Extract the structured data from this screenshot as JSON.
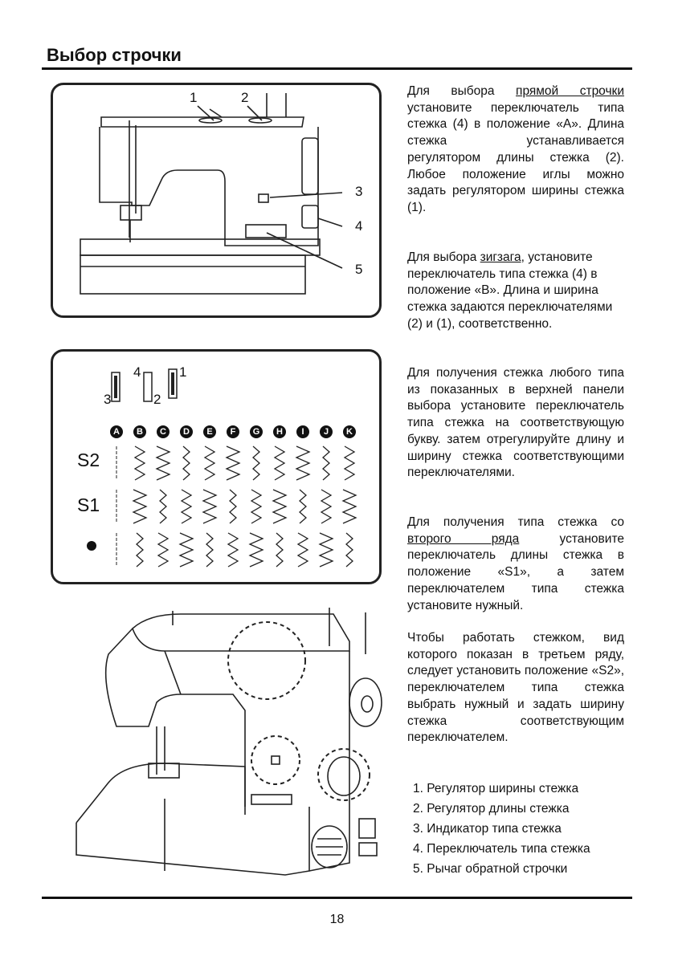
{
  "page": {
    "title": "Выбор строчки",
    "page_number": "18"
  },
  "figure1": {
    "callouts": [
      "1",
      "2",
      "3",
      "4",
      "5"
    ]
  },
  "figure2": {
    "icon_labels": [
      "3",
      "4",
      "2",
      "1"
    ],
    "letters": [
      "A",
      "B",
      "C",
      "D",
      "E",
      "F",
      "G",
      "H",
      "I",
      "J",
      "K"
    ],
    "rows": [
      "S2",
      "S1"
    ]
  },
  "text": {
    "p1": {
      "before": "Для выбора ",
      "link": "прямой строчки",
      "after": " установите переключатель типа стежка (4) в положение «А». Длина стежка устанавливается регулятором длины стежка (2). Любое положение иглы можно задать регулятором ширины стежка (1)."
    },
    "p2": {
      "before": "Для выбора ",
      "link": "зигзага",
      "after": ", установите переключатель типа стежка (4) в положение «В». Длина и ширина стежка задаются переключателями (2) и (1), соответственно."
    },
    "p3": "Для получения стежка любого типа из показанных в верхней панели выбора установите переключатель типа стежка на соответствующую букву. затем отрегулируйте длину и ширину стежка соответствующими переключателями.",
    "p4": {
      "before": "Для получения типа стежка со ",
      "link": "второго ряда",
      "after": " установите переключатель длины стежка в положение «S1», а затем переключателем типа стежка установите нужный."
    },
    "p5": "Чтобы работать стежком, вид которого показан в третьем ряду, следует установить положение «S2», переключателем типа стежка выбрать нужный и задать ширину стежка соответствующим переключателем."
  },
  "legend": [
    "1. Регулятор ширины стежка",
    "2. Регулятор длины стежка",
    "3. Индикатор типа стежка",
    "4. Переключатель типа стежка",
    "5. Рычаг обратной строчки"
  ]
}
